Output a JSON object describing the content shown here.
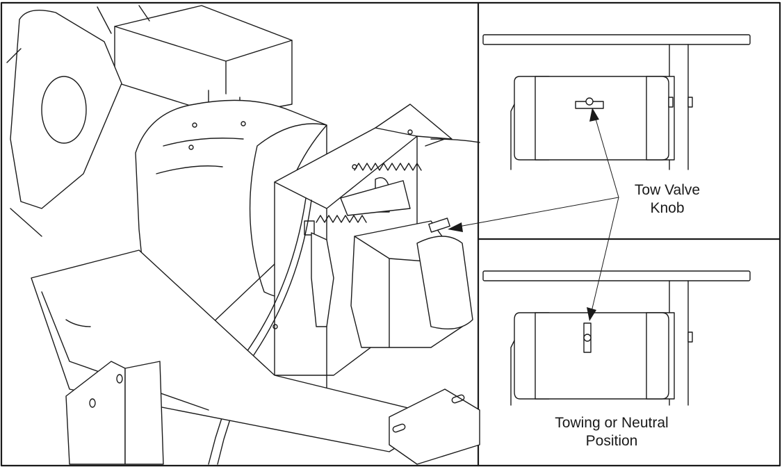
{
  "labels": {
    "knob_line1": "Tow Valve",
    "knob_line2": "Knob",
    "position_line1": "Towing or Neutral",
    "position_line2": "Position"
  },
  "colors": {
    "ink": "#1a1a1a",
    "background": "#ffffff"
  }
}
